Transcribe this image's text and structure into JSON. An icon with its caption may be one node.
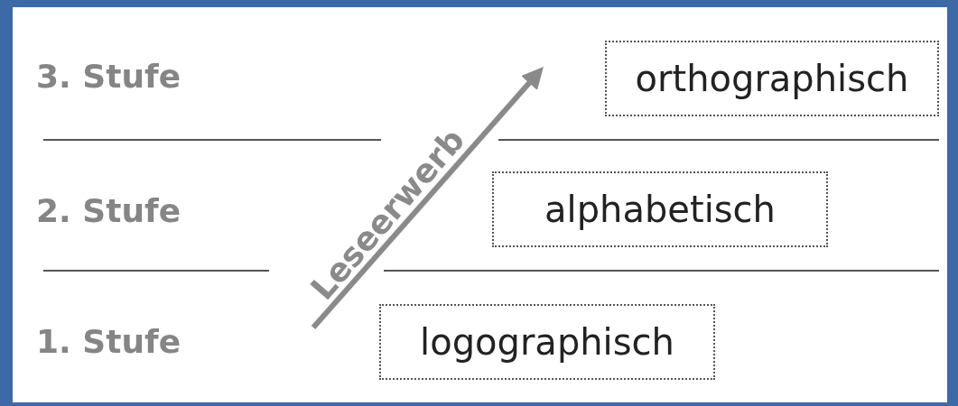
{
  "diagram": {
    "nodes": [
      {
        "text": [
          "orthographisch"
        ]
      },
      {
        "text": [
          "alphabetisch"
        ]
      },
      {
        "text": [
          "logographisch"
        ]
      }
    ],
    "labels": [
      "3. Stufe",
      "Leseerwerb",
      "2. Stufe",
      "1. Stufe"
    ]
  }
}
